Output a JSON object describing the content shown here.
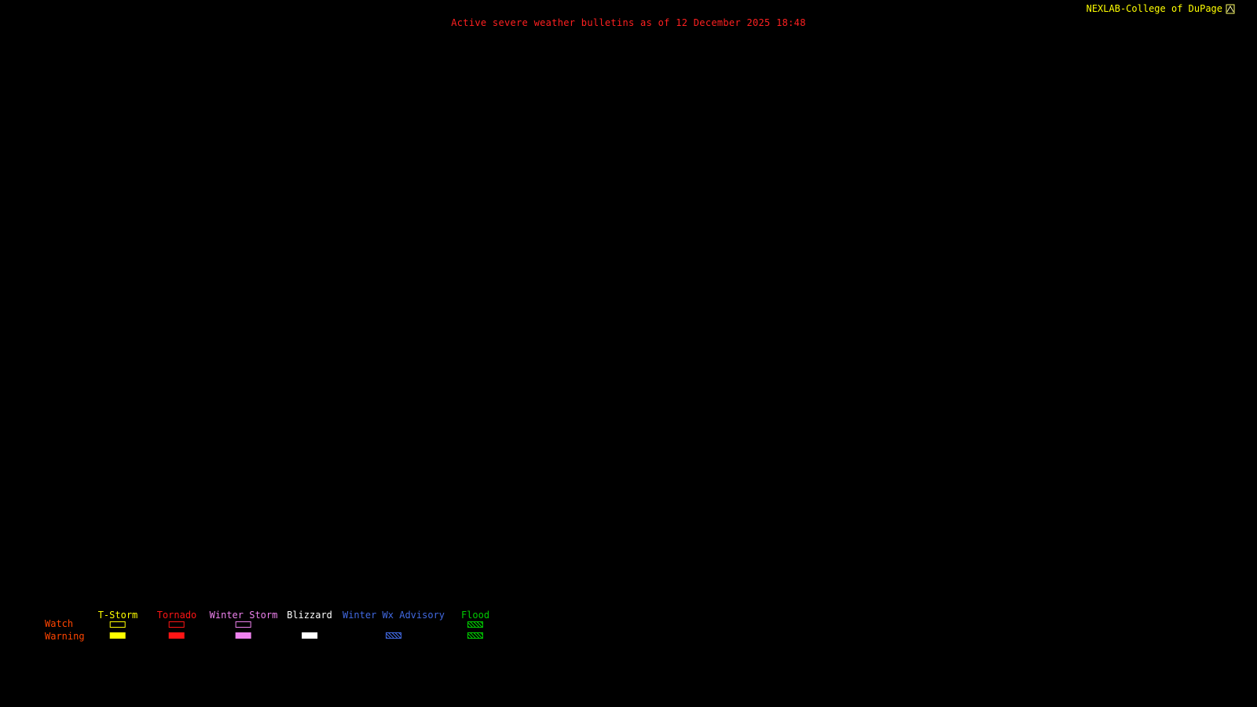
{
  "header": {
    "brand": "NEXLAB-College of DuPage",
    "brand_color": "#ffff00",
    "title": "Active severe weather bulletins as of 12 December 2025 18:48",
    "title_color": "#ff2020"
  },
  "legend": {
    "watch_row_label": "Watch",
    "warning_row_label": "Warning",
    "row_label_color": "#ff4500",
    "columns": [
      {
        "label": "T-Storm",
        "color": "#ffff00",
        "watch_swatch": "outline",
        "warning_swatch": "filled"
      },
      {
        "label": "Tornado",
        "color": "#ff1515",
        "watch_swatch": "outline",
        "warning_swatch": "filled"
      },
      {
        "label": "Winter Storm",
        "color": "#ee82ee",
        "watch_swatch": "outline",
        "warning_swatch": "filled"
      },
      {
        "label": "Blizzard",
        "color": "#ffffff",
        "watch_swatch": "none",
        "warning_swatch": "filled"
      },
      {
        "label": "Winter Wx Advisory",
        "color": "#4169e1",
        "watch_swatch": "none",
        "warning_swatch": "hatch"
      },
      {
        "label": "Flood",
        "color": "#00cc00",
        "watch_swatch": "hatch",
        "warning_swatch": "hatch"
      }
    ]
  }
}
